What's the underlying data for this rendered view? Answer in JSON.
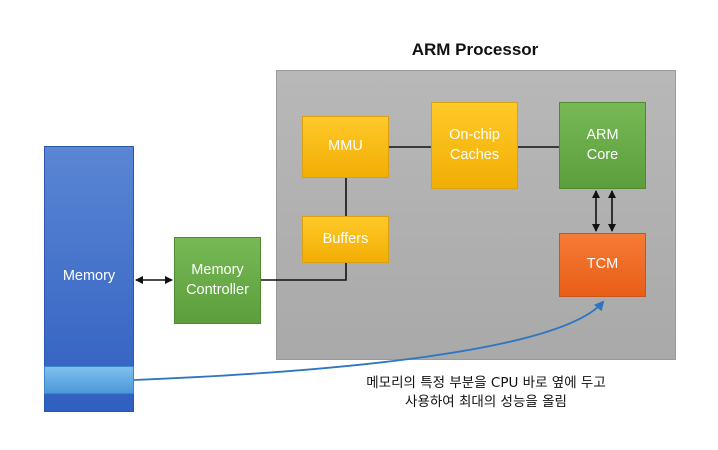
{
  "diagram": {
    "processor_title": "ARM Processor",
    "blocks": {
      "memory": "Memory",
      "memory_controller": [
        "Memory",
        "Controller"
      ],
      "mmu": "MMU",
      "buffers": "Buffers",
      "caches": [
        "On-chip",
        "Caches"
      ],
      "core": [
        "ARM",
        "Core"
      ],
      "tcm": "TCM"
    },
    "annotation": [
      "메모리의 특정 부분을 CPU 바로 옆에 두고",
      "사용하여 최대의 성능을 올림"
    ],
    "colors": {
      "processor_area": "#b0b0b0",
      "memory": "#3f6fca",
      "memory_region": "#5fa8e2",
      "controller": "#6aae48",
      "yellow_blocks": "#f7bb15",
      "core": "#6aae48",
      "tcm": "#ef6b24",
      "annotation_arrow": "#2f76c0"
    }
  }
}
